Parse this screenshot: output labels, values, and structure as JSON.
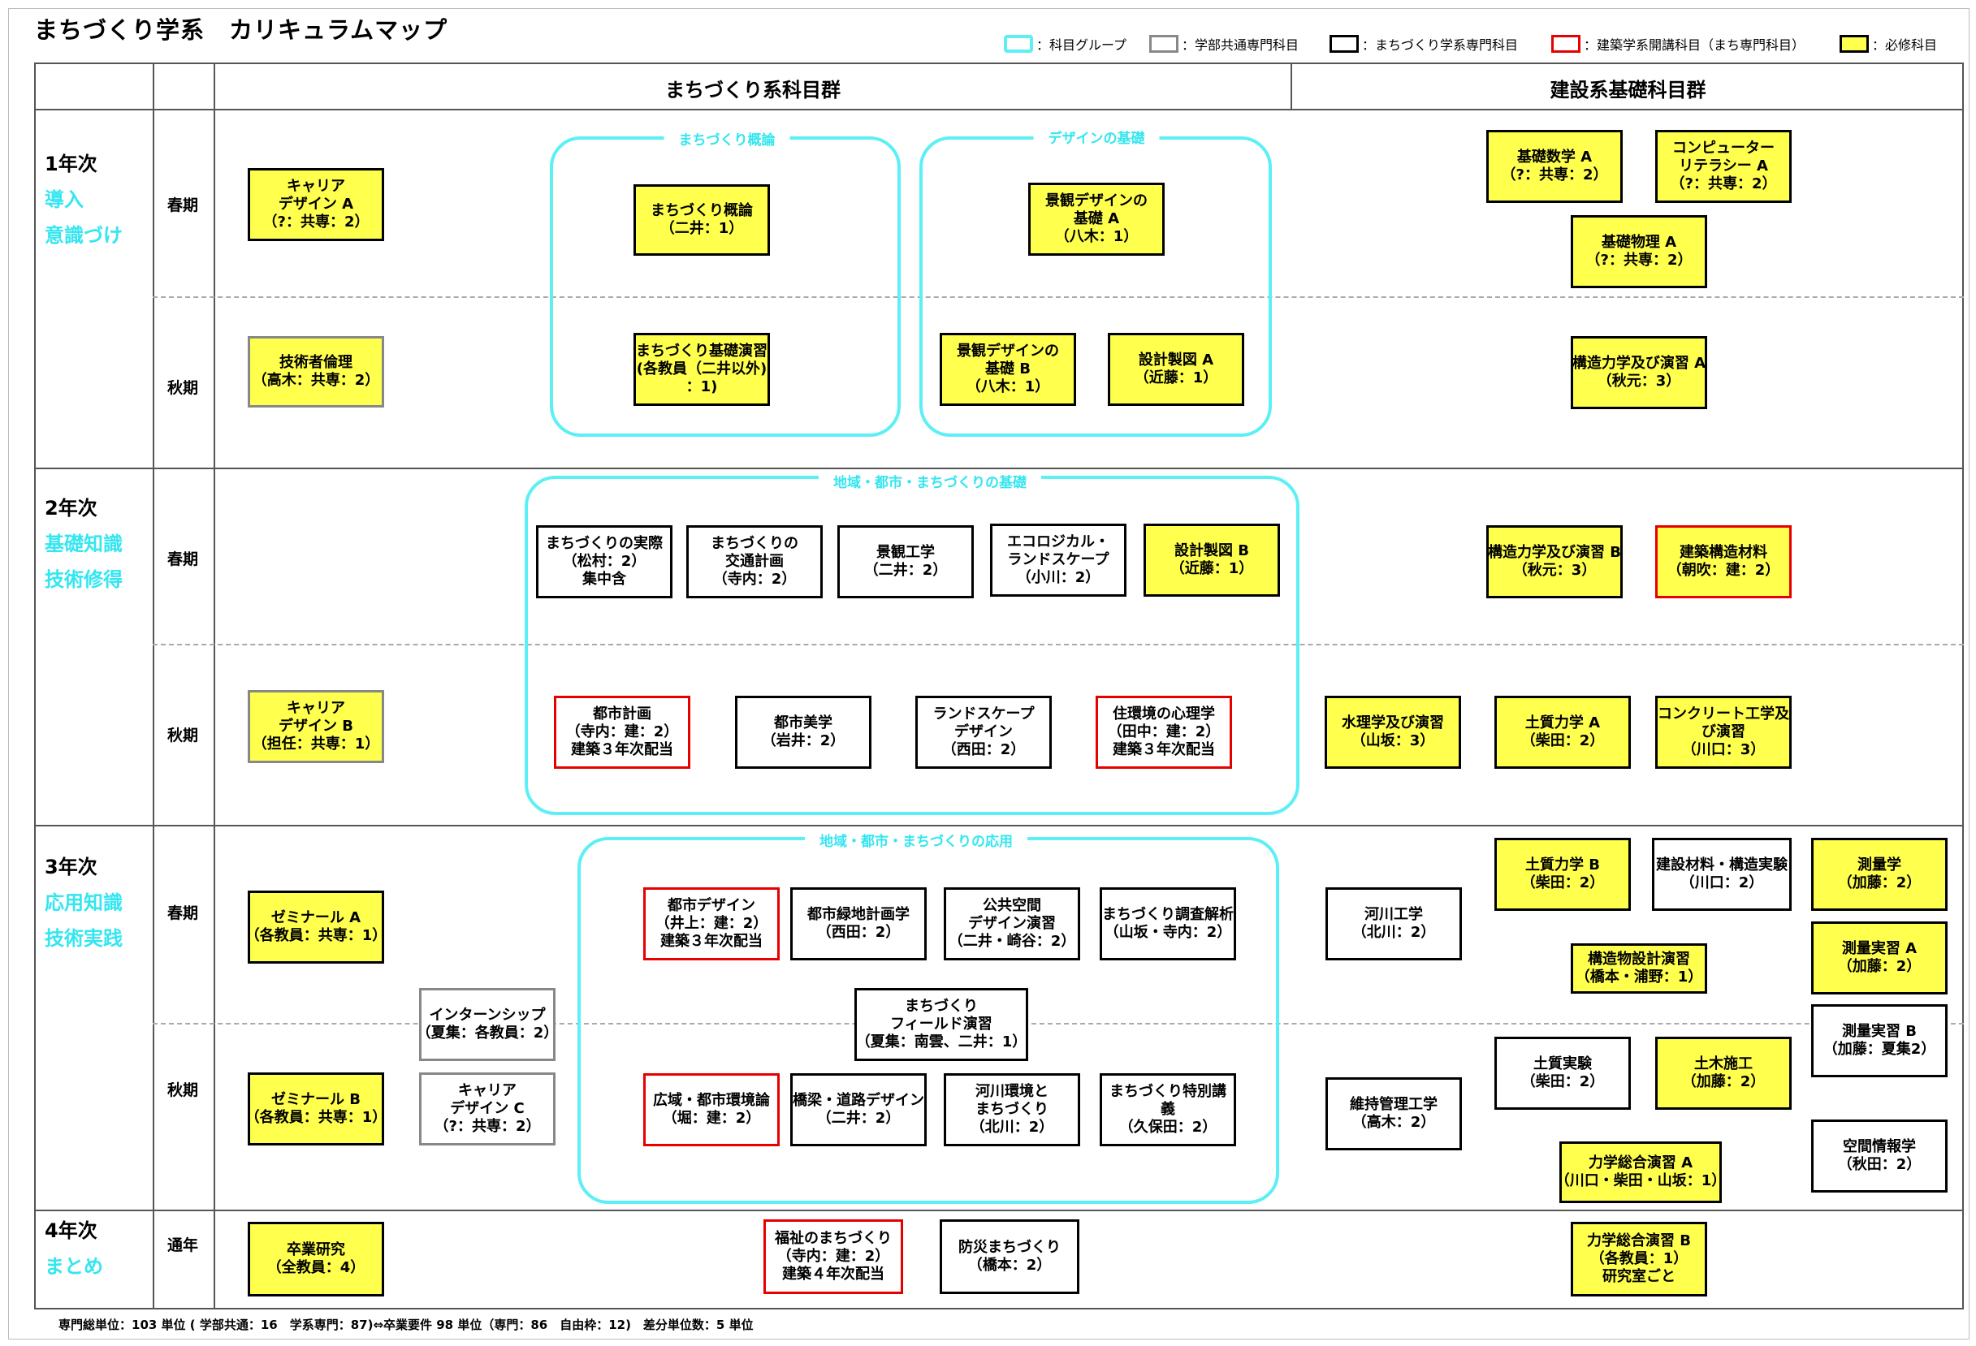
{
  "title": "まちづくり学系　カリキュラムマップ",
  "legend": [
    {
      "label": "：科目グループ",
      "color": "#5cf0f5",
      "fill": "#ffffff"
    },
    {
      "label": "：学部共通専門科目",
      "color": "#888888",
      "fill": "#ffffff"
    },
    {
      "label": "：まちづくり学系専門科目",
      "color": "#000000",
      "fill": "#ffffff"
    },
    {
      "label": "：建築学系開講科目（まち専門科目）",
      "color": "#e60000",
      "fill": "#ffffff"
    },
    {
      "label": "：必修科目",
      "color": "#000000",
      "fill": "#ffff4d"
    }
  ],
  "headers": {
    "machi": "まちづくり系科目群",
    "kensetsu": "建設系基礎科目群"
  },
  "years": [
    {
      "year": "1年次",
      "sub1": "導入",
      "sub2": "意識づけ"
    },
    {
      "year": "2年次",
      "sub1": "基礎知識",
      "sub2": "技術修得"
    },
    {
      "year": "3年次",
      "sub1": "応用知識",
      "sub2": "技術実践"
    },
    {
      "year": "4年次",
      "sub1": "まとめ",
      "sub2": ""
    }
  ],
  "semesters": {
    "spring": "春期",
    "autumn": "秋期",
    "allyear": "通年"
  },
  "groups": [
    "まちづくり概論",
    "デザインの基礎",
    "地域・都市・まちづくりの基礎",
    "地域・都市・まちづくりの応用"
  ],
  "courses": [
    [
      "キャリア",
      "デザイン A",
      "（?：共専：2）"
    ],
    [
      "まちづくり概論",
      "（二井：1）"
    ],
    [
      "景観デザインの",
      "基礎 A",
      "（八木：1）"
    ],
    [
      "基礎数学 A",
      "（?：共専：2）"
    ],
    [
      "コンピューター",
      "リテラシー A",
      "（?：共専：2）"
    ],
    [
      "基礎物理 A",
      "（?：共専：2）"
    ],
    [
      "技術者倫理",
      "（高木：共専：2）"
    ],
    [
      "まちづくり基礎演習",
      "(各教員（二井以外)",
      "：1)"
    ],
    [
      "景観デザインの",
      "基礎 B",
      "（八木：1）"
    ],
    [
      "設計製図 A",
      "（近藤：1）"
    ],
    [
      "構造力学及び演習 A",
      "（秋元：3）"
    ],
    [
      "まちづくりの実際",
      "（松村：2）",
      "集中含"
    ],
    [
      "まちづくりの",
      "交通計画",
      "（寺内：2）"
    ],
    [
      "景観工学",
      "（二井：2）"
    ],
    [
      "エコロジカル・",
      "ランドスケープ",
      "（小川：2）"
    ],
    [
      "設計製図 B",
      "（近藤：1）"
    ],
    [
      "構造力学及び演習 B",
      "（秋元：3）"
    ],
    [
      "建築構造材料",
      "（朝吹：建：2）"
    ],
    [
      "キャリア",
      "デザイン B",
      "（担任：共専：1）"
    ],
    [
      "都市計画",
      "（寺内：建：2）",
      "建築３年次配当"
    ],
    [
      "都市美学",
      "（岩井：2）"
    ],
    [
      "ランドスケープ",
      "デザイン",
      "（西田：2）"
    ],
    [
      "住環境の心理学",
      "（田中：建：2）",
      "建築３年次配当"
    ],
    [
      "水理学及び演習",
      "（山坂：3）"
    ],
    [
      "土質力学 A",
      "（柴田：2）"
    ],
    [
      "コンクリート工学及",
      "び演習",
      "（川口：3）"
    ],
    [
      "ゼミナール A",
      "（各教員：共専：1）"
    ],
    [
      "インターンシップ",
      "（夏集：各教員：2）"
    ],
    [
      "都市デザイン",
      "（井上：建：2）",
      "建築３年次配当"
    ],
    [
      "都市緑地計画学",
      "（西田：2）"
    ],
    [
      "公共空間",
      "デザイン演習",
      "（二井・崎谷：2）"
    ],
    [
      "まちづくり調査解析",
      "（山坂・寺内：2）"
    ],
    [
      "まちづくり",
      "フィールド演習",
      "（夏集：南雲、二井：1）"
    ],
    [
      "河川工学",
      "（北川：2）"
    ],
    [
      "土質力学 B",
      "（柴田：2）"
    ],
    [
      "建設材料・構造実験",
      "（川口：2）"
    ],
    [
      "測量学",
      "（加藤：2）"
    ],
    [
      "構造物設計演習",
      "（橋本・浦野：1）"
    ],
    [
      "測量実習 A",
      "（加藤：2）"
    ],
    [
      "測量実習 B",
      "（加藤：夏集2）"
    ],
    [
      "ゼミナール B",
      "（各教員：共専：1）"
    ],
    [
      "キャリア",
      "デザイン C",
      "（?：共専：2）"
    ],
    [
      "広域・都市環境論",
      "（堀：建：2）"
    ],
    [
      "橋梁・道路デザイン",
      "（二井：2）"
    ],
    [
      "河川環境と",
      "まちづくり",
      "（北川：2）"
    ],
    [
      "まちづくり特別講",
      "義",
      "（久保田：2）"
    ],
    [
      "維持管理工学",
      "（高木：2）"
    ],
    [
      "土質実験",
      "（柴田：2）"
    ],
    [
      "土木施工",
      "（加藤：2）"
    ],
    [
      "空間情報学",
      "（秋田：2）"
    ],
    [
      "力学総合演習 A",
      "（川口・柴田・山坂：1）"
    ],
    [
      "卒業研究",
      "（全教員：4）"
    ],
    [
      "福祉のまちづくり",
      "（寺内：建：2）",
      "建築４年次配当"
    ],
    [
      "防災まちづくり",
      "（橋本：2）"
    ],
    [
      "力学総合演習 B",
      "（各教員：1）",
      "研究室ごと"
    ]
  ],
  "footer": "専門総単位：103 単位 ( 学部共通：16　学系専門：87)⇔卒業要件 98 単位（専門：86　自由枠：12)　差分単位数：5 単位"
}
